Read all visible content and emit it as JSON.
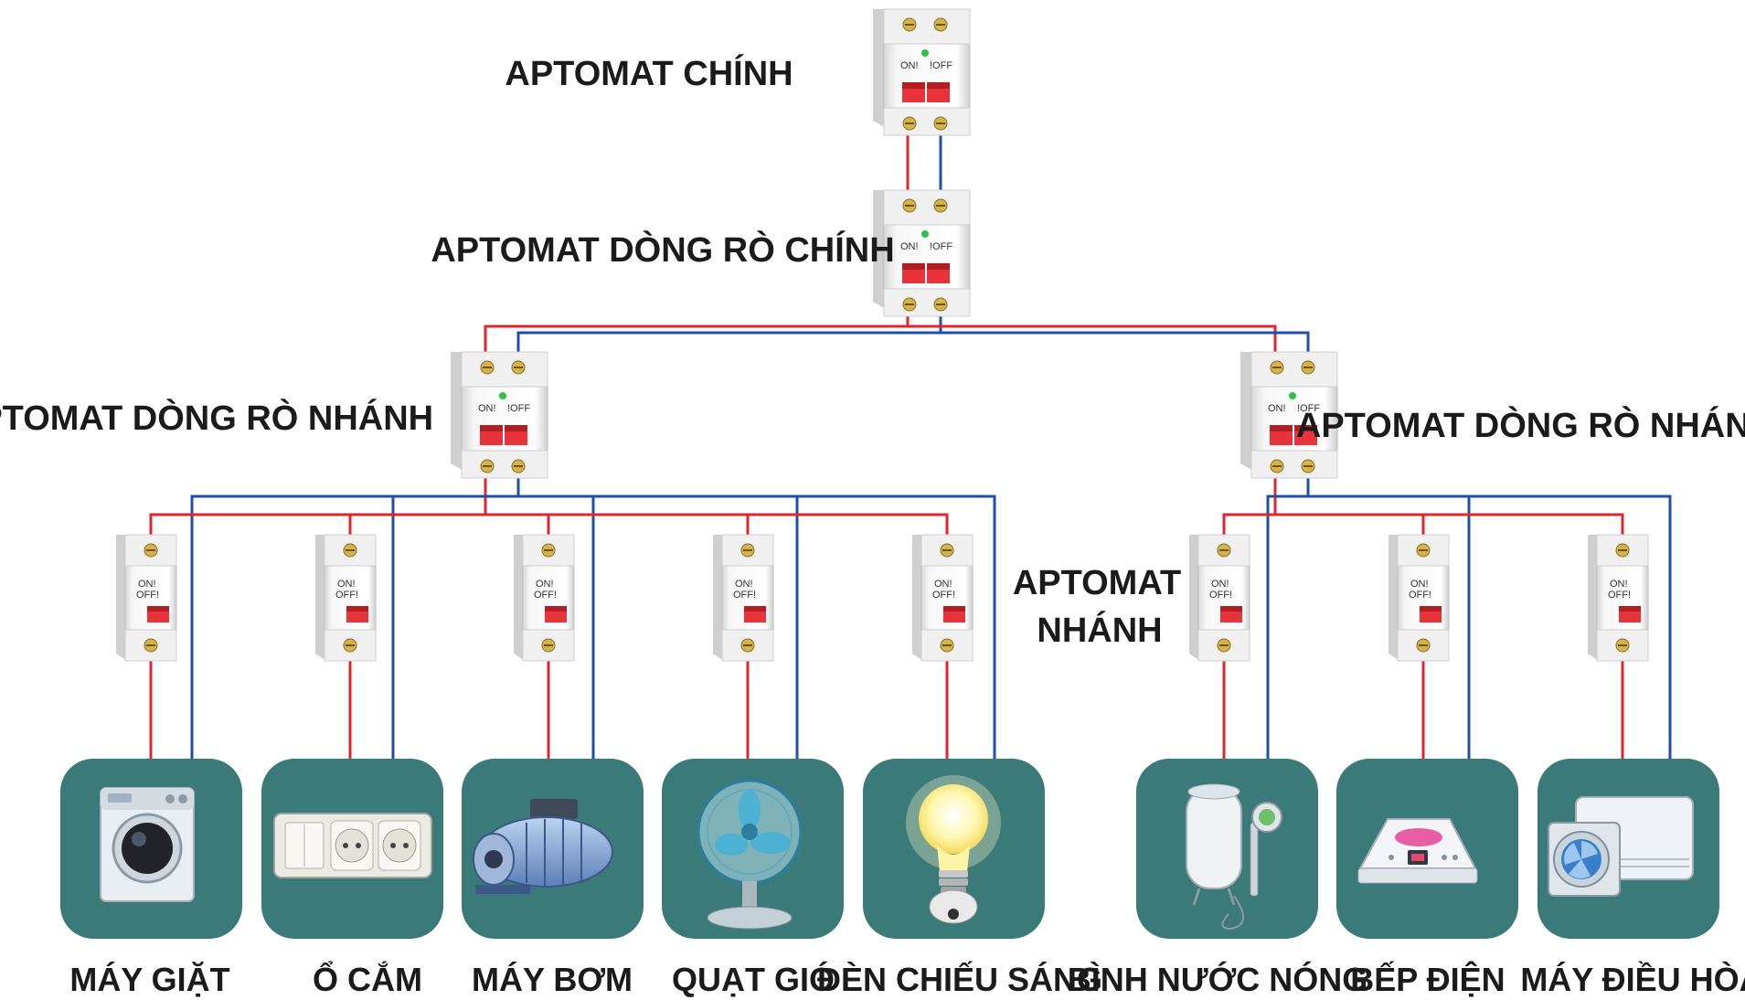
{
  "labels": {
    "main_breaker": "APTOMAT CHÍNH",
    "main_rcd": "APTOMAT DÒNG RÒ CHÍNH",
    "branch_rcd_left": "APTOMAT DÒNG RÒ NHÁNH",
    "branch_rcd_right": "APTOMAT DÒNG RÒ NHÁNH",
    "branch_breaker_line1": "APTOMAT",
    "branch_breaker_line2": "NHÁNH"
  },
  "breaker_text": {
    "on": "ON!",
    "off": "!OFF",
    "on_single": "ON!",
    "off_single": "OFF!"
  },
  "devices": [
    {
      "name": "MÁY GIẶT",
      "icon": "washing-machine-icon"
    },
    {
      "name": "Ổ CẮM",
      "icon": "power-socket-icon"
    },
    {
      "name": "MÁY BƠM",
      "icon": "water-pump-icon"
    },
    {
      "name": "QUẠT GIÓ",
      "icon": "fan-icon"
    },
    {
      "name": "ĐÈN CHIẾU SÁNG",
      "icon": "light-bulb-icon"
    },
    {
      "name": "BÌNH NƯỚC NÓNG",
      "icon": "water-heater-icon"
    },
    {
      "name": "BẾP ĐIỆN",
      "icon": "electric-stove-icon"
    },
    {
      "name": "MÁY ĐIỀU HÒA",
      "icon": "air-conditioner-icon"
    }
  ],
  "colors": {
    "live_wire": "#e0262c",
    "neutral_wire": "#1f4fa8",
    "tile": "#3a7a78",
    "switch_red": "#e8333a"
  }
}
